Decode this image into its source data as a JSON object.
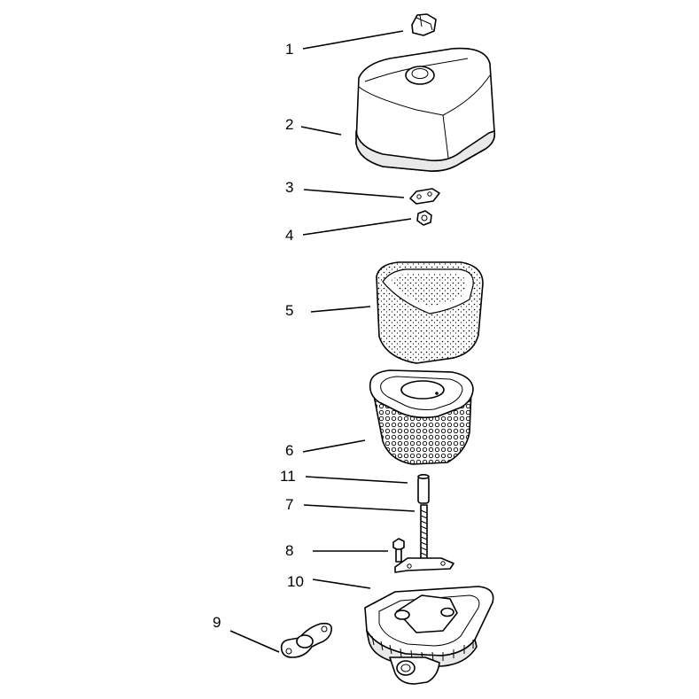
{
  "callouts": [
    {
      "id": "1",
      "label": "1"
    },
    {
      "id": "2",
      "label": "2"
    },
    {
      "id": "3",
      "label": "3"
    },
    {
      "id": "4",
      "label": "4"
    },
    {
      "id": "5",
      "label": "5"
    },
    {
      "id": "6",
      "label": "6"
    },
    {
      "id": "11",
      "label": "11"
    },
    {
      "id": "7",
      "label": "7"
    },
    {
      "id": "8",
      "label": "8"
    },
    {
      "id": "10",
      "label": "10"
    },
    {
      "id": "9",
      "label": "9"
    }
  ],
  "colors": {
    "line": "#000000",
    "background": "#ffffff",
    "shade": "#e9e9e9"
  }
}
